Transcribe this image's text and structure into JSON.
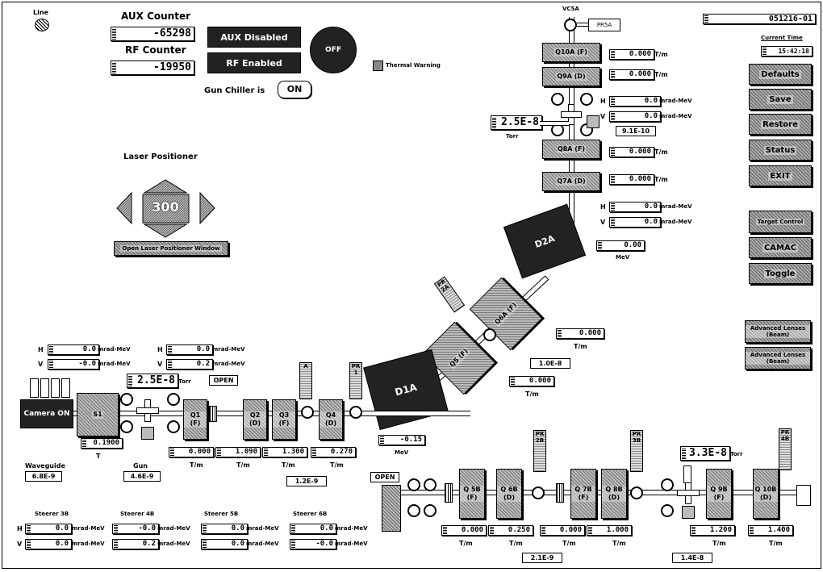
{
  "header": {
    "top_left_label": "Line",
    "aux_counter_label": "AUX Counter",
    "aux_counter_value": "-65298",
    "rf_counter_label": "RF Counter",
    "rf_counter_value": "-19950",
    "aux_status": "AUX Disabled",
    "rf_status": "RF Enabled",
    "gun_chiller_label": "Gun Chiller is",
    "gun_chiller_value": "ON",
    "thermal_label": "Thermal Warning",
    "round_button": "OFF",
    "date_value": "051216-01",
    "current_time_label": "Current Time",
    "current_time_value": "15:42:18"
  },
  "laser": {
    "title": "Laser Positioner",
    "step": "300",
    "bar_label": "Open Laser Positioner Window"
  },
  "side_buttons": [
    "Defaults",
    "Save",
    "Restore",
    "Status",
    "EXIT"
  ],
  "side_buttons2": [
    "Target Control",
    "CAMAC",
    "Toggle"
  ],
  "side_buttons3": [
    "Advanced Lenses (Beam)",
    "Advanced Lenses (Beam)"
  ],
  "vertical": {
    "top_valve": "VC5A",
    "top_valve_side": "PR5A",
    "q10a_label": "Q10A (F)",
    "q10a_value": "0.000",
    "q9a_label": "Q9A (D)",
    "q9a_value": "0.000",
    "unit_tm": "T/m",
    "steer_h": "0.0",
    "steer_v": "0.0",
    "unit_mrad": "mrad-MeV",
    "vac_big": "2.5E-8",
    "vac_torr": "Torr",
    "vac_small": "9.1E-10",
    "q8a_label": "Q8A (F)",
    "q8a_value": "0.000",
    "q7a_label": "Q7A (D)",
    "q7a_value": "0.000",
    "steer2_h": "0.0",
    "steer2_v": "0.0",
    "d2a_label": "D2A",
    "d2a_value": "0.00",
    "unit_mev": "MeV",
    "h": "H",
    "v": "V"
  },
  "diagonal": {
    "q6a_label": "Q6A (F)",
    "q6a_value": "0.000",
    "q5_label": "Q5 (F)",
    "q5_value": "0.000",
    "pr_label": "PR 2A",
    "vac": "1.0E-8",
    "d1a_label": "D1A",
    "d1a_value": "-0.15"
  },
  "left": {
    "steer1_h": "0.0",
    "steer1_v": "-0.0",
    "steer2_h": "0.0",
    "steer2_v": "0.2",
    "vac_big": "2.5E-8",
    "torr": "Torr",
    "open": "OPEN",
    "camera": "Camera ON",
    "s1_label": "S1",
    "s1_value": "0.1900",
    "s1_unit": "T",
    "waveguide_label": "Waveguide",
    "waveguide_value": "6.8E-9",
    "gun_label": "Gun",
    "gun_value": "4.6E-9",
    "q1_label": "Q1 (F)",
    "q1_value": "0.000",
    "q2_label": "Q2 (D)",
    "q2_value": "1.090",
    "q3_label": "Q3 (F)",
    "q3_value": "1.300",
    "q4_label": "Q4 (D)",
    "q4_value": "0.270",
    "vac_small": "1.2E-9",
    "pr_a": "A",
    "pr_b": "PR 1"
  },
  "lower": {
    "open": "OPEN",
    "q5b_label": "Q 5B (F)",
    "q5b_value": "0.000",
    "q6b_label": "Q 6B (D)",
    "q6b_value": "0.250",
    "q7b_label": "Q 7B (F)",
    "q7b_value": "0.000",
    "q8b_label": "Q 8B (D)",
    "q8b_value": "1.000",
    "q9b_label": "Q 9B (F)",
    "q9b_value": "1.200",
    "q10b_label": "Q 10B (D)",
    "q10b_value": "1.400",
    "vac_a": "2.1E-9",
    "vac_b": "1.4E-8",
    "vac_big": "3.3E-8",
    "torr": "Torr",
    "pr1": "PR 2B",
    "pr2": "PR 3B",
    "pr3": "PR 4B"
  },
  "steerers": [
    {
      "title": "Steerer 3B",
      "h": "0.0",
      "v": "0.0"
    },
    {
      "title": "Steerer 4B",
      "h": "-0.0",
      "v": "0.2"
    },
    {
      "title": "Steerer 5B",
      "h": "0.0",
      "v": "0.0"
    },
    {
      "title": "Steerer 6B",
      "h": "0.0",
      "v": "-0.0"
    }
  ]
}
